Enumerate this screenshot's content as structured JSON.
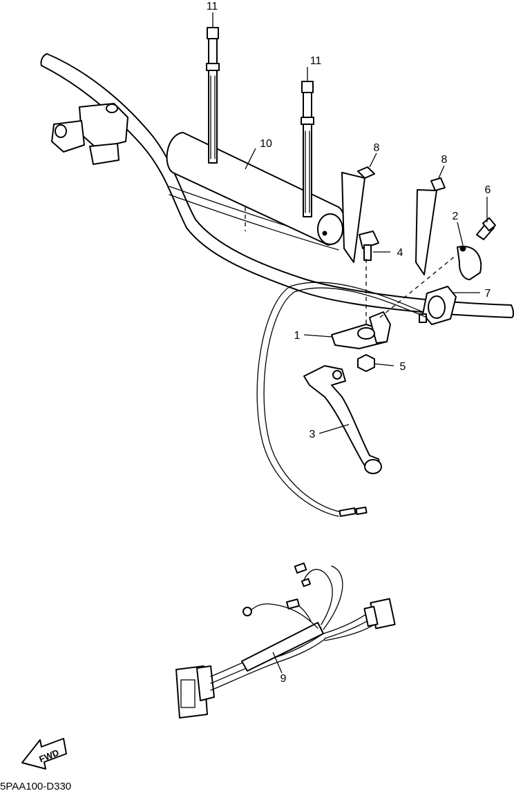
{
  "diagram": {
    "parts": [
      {
        "id": "part-1",
        "label": "1",
        "name": "lever-holder"
      },
      {
        "id": "part-2",
        "label": "2",
        "name": "clamp"
      },
      {
        "id": "part-3",
        "label": "3",
        "name": "clutch-lever"
      },
      {
        "id": "part-4",
        "label": "4",
        "name": "pivot-bolt"
      },
      {
        "id": "part-5",
        "label": "5",
        "name": "nut"
      },
      {
        "id": "part-6",
        "label": "6",
        "name": "screw"
      },
      {
        "id": "part-7",
        "label": "7",
        "name": "handlebar-switch"
      },
      {
        "id": "part-8a",
        "label": "8",
        "name": "cable-band"
      },
      {
        "id": "part-8b",
        "label": "8",
        "name": "cable-band"
      },
      {
        "id": "part-9",
        "label": "9",
        "name": "wire-sub-lead"
      },
      {
        "id": "part-10",
        "label": "10",
        "name": "handlebar-pad"
      },
      {
        "id": "part-11a",
        "label": "11",
        "name": "cable-tie"
      },
      {
        "id": "part-11b",
        "label": "11",
        "name": "cable-tie"
      }
    ],
    "fwd_label": "FWD",
    "drawing_code": "5PAA100-D330"
  }
}
